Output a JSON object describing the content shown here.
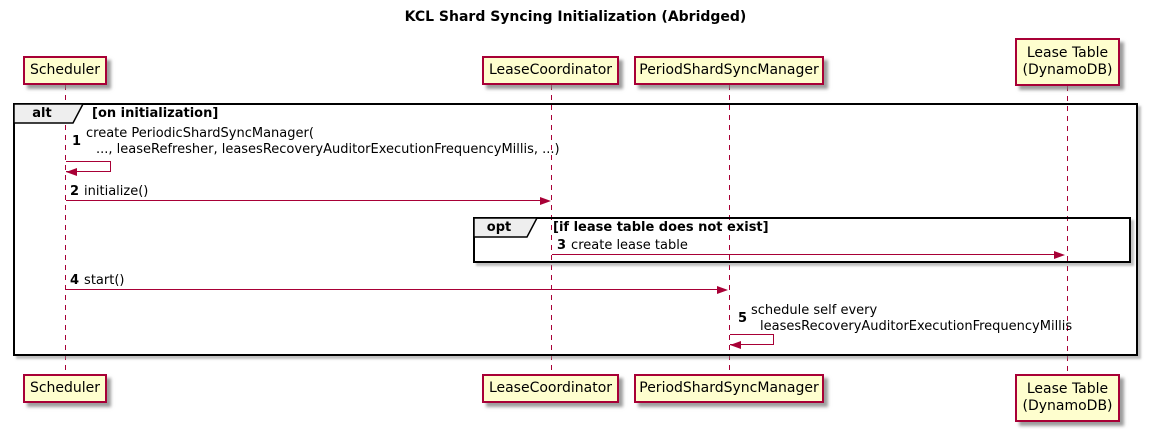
{
  "title": "KCL Shard Syncing Initialization (Abridged)",
  "participants": [
    {
      "label": "Scheduler"
    },
    {
      "label": "LeaseCoordinator"
    },
    {
      "label": "PeriodShardSyncManager"
    },
    {
      "label_line1": "Lease Table",
      "label_line2": "(DynamoDB)"
    }
  ],
  "frames": {
    "alt": {
      "operator": "alt",
      "guard": "[on initialization]"
    },
    "opt": {
      "operator": "opt",
      "guard": "[if lease table does not exist]"
    }
  },
  "messages": {
    "m1": {
      "num": "1",
      "line1": "create PeriodicShardSyncManager(",
      "line2": "..., leaseRefresher, leasesRecoveryAuditorExecutionFrequencyMillis, ...)"
    },
    "m2": {
      "num": "2",
      "text": "initialize()"
    },
    "m3": {
      "num": "3",
      "text": "create lease table"
    },
    "m4": {
      "num": "4",
      "text": "start()"
    },
    "m5": {
      "num": "5",
      "line1": "schedule self every",
      "line2": "leasesRecoveryAuditorExecutionFrequencyMillis"
    }
  },
  "colors": {
    "participant_fill": "#FEFECE",
    "accent": "#A80036",
    "frame_border": "#000000",
    "operator_fill": "#EEEEEE"
  }
}
